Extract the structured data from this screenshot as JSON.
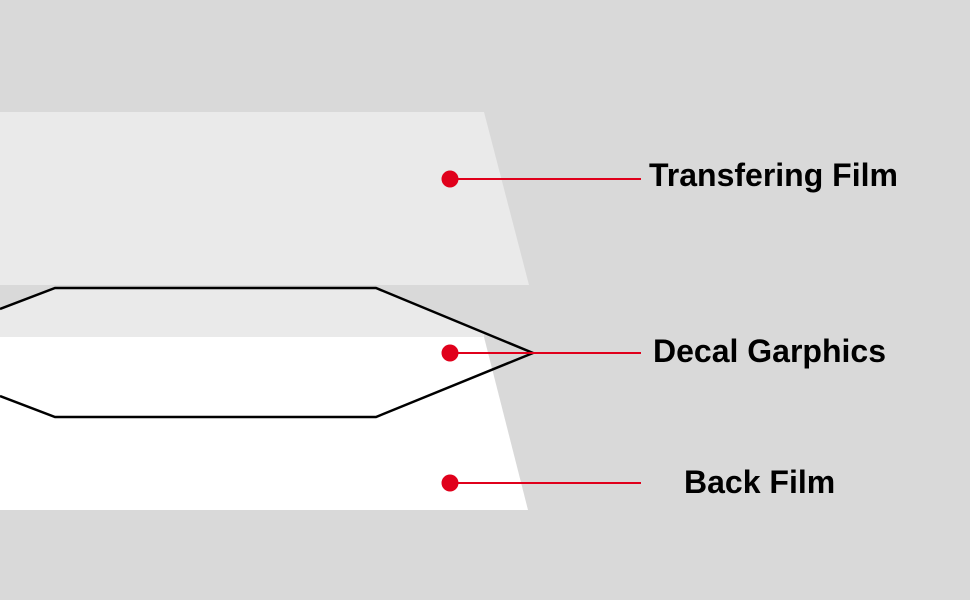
{
  "colors": {
    "background": "#d9d9d9",
    "transfer_film": "#eaeaea",
    "back_film": "#ffffff",
    "decal_outline": "#000000",
    "callout": "#e0001b"
  },
  "labels": {
    "transfer_film": "Transfering Film",
    "decal_graphics": "Decal Garphics",
    "back_film": "Back Film"
  }
}
